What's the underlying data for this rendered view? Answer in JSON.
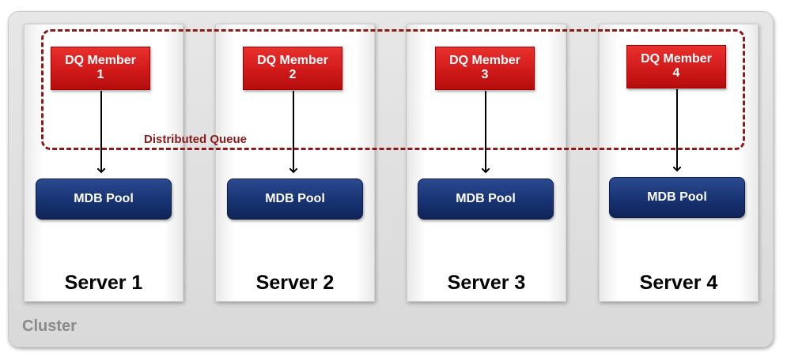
{
  "cluster": {
    "label": "Cluster"
  },
  "distributed_queue": {
    "label": "Distributed Queue",
    "color": "#8b1a1a"
  },
  "servers": [
    {
      "label": "Server 1",
      "dq_member": {
        "line1": "DQ Member",
        "line2": "1"
      },
      "mdb_pool": "MDB Pool"
    },
    {
      "label": "Server 2",
      "dq_member": {
        "line1": "DQ Member",
        "line2": "2"
      },
      "mdb_pool": "MDB Pool"
    },
    {
      "label": "Server 3",
      "dq_member": {
        "line1": "DQ Member",
        "line2": "3"
      },
      "mdb_pool": "MDB Pool"
    },
    {
      "label": "Server 4",
      "dq_member": {
        "line1": "DQ Member",
        "line2": "4"
      },
      "mdb_pool": "MDB Pool"
    }
  ],
  "colors": {
    "dq_member": "#d11a1a",
    "mdb_pool": "#183373",
    "cluster_bg": "#dedede"
  }
}
